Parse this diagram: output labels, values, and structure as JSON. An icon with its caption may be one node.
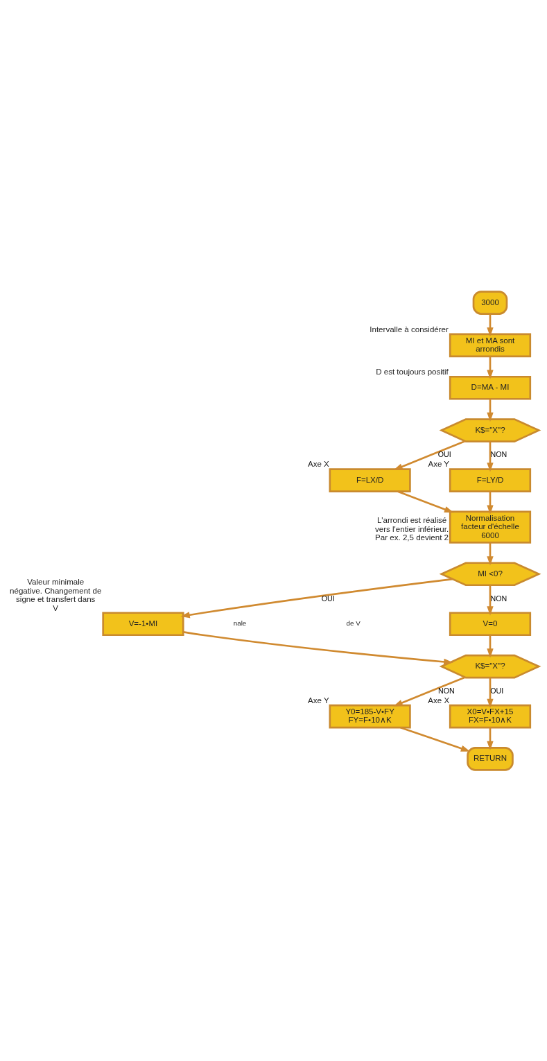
{
  "diagram": {
    "nodes": [
      {
        "text": [
          "3000"
        ]
      },
      {
        "text": [
          "MI et MA sont arrondis"
        ],
        "beside": [
          "Intervalle à considérer"
        ]
      },
      {
        "text": [
          "D=MA - MI"
        ],
        "beside": [
          "D est toujours positif"
        ]
      },
      {
        "text": [
          "K$=\"X\"?"
        ]
      },
      {
        "text": [
          "F=LX/D"
        ],
        "beside": [
          "Axe X"
        ]
      },
      {
        "text": [
          "F=LY/D"
        ],
        "beside": [
          "Axe Y"
        ]
      },
      {
        "text": [
          "Normalisation facteur d'échelle",
          "6000"
        ],
        "beside": [
          "L'arrondi est réalisé vers l'entier inférieur. Par ex. 2,5 devient 2"
        ]
      },
      {
        "text": [
          "MI <0?"
        ]
      },
      {
        "text": [
          "V=-1•MI"
        ],
        "beside": [
          "Valeur minimale négative. Changement de signe et transfert dans V"
        ]
      },
      {
        "text": [
          "V=0"
        ]
      },
      {
        "text": [
          "K$=\"X\"?"
        ]
      },
      {
        "text": [
          "Y0=185-V•FY",
          "FY=F•10∧K"
        ],
        "beside": [
          "Axe Y"
        ]
      },
      {
        "text": [
          "X0=V•FX+15",
          "FX=F•10∧K"
        ],
        "beside": [
          "Axe X"
        ]
      },
      {
        "text": [
          "RETURN"
        ]
      }
    ],
    "edges": [
      {
        "from": 0,
        "to": 1,
        "arrow": "to"
      },
      {
        "from": 1,
        "to": 2,
        "arrow": "to"
      },
      {
        "from": 2,
        "to": 3,
        "arrow": "to"
      },
      {
        "from": 3,
        "to": 4,
        "arrow": "to",
        "label": "OUI"
      },
      {
        "from": 3,
        "to": 5,
        "arrow": "to",
        "label": "NON"
      },
      {
        "from": 5,
        "to": 6,
        "arrow": "to"
      },
      {
        "from": 4,
        "to": 6,
        "arrow": "to"
      },
      {
        "from": 6,
        "to": 7,
        "arrow": "to"
      },
      {
        "from": 7,
        "to": 8,
        "arrow": "to",
        "label": "OUI"
      },
      {
        "from": 7,
        "to": 9,
        "arrow": "to",
        "label": "NON"
      },
      {
        "from": 9,
        "to": 10,
        "arrow": "to"
      },
      {
        "from": 8,
        "to": 10,
        "arrow": "to"
      },
      {
        "from": 10,
        "to": 11,
        "arrow": "to",
        "label": "NON"
      },
      {
        "from": 10,
        "to": 12,
        "arrow": "to",
        "label": "OUI"
      },
      {
        "from": 12,
        "to": 13,
        "arrow": "to"
      },
      {
        "from": 11,
        "to": 13,
        "arrow": "to"
      }
    ],
    "labels": [
      "nale",
      "de V"
    ]
  }
}
